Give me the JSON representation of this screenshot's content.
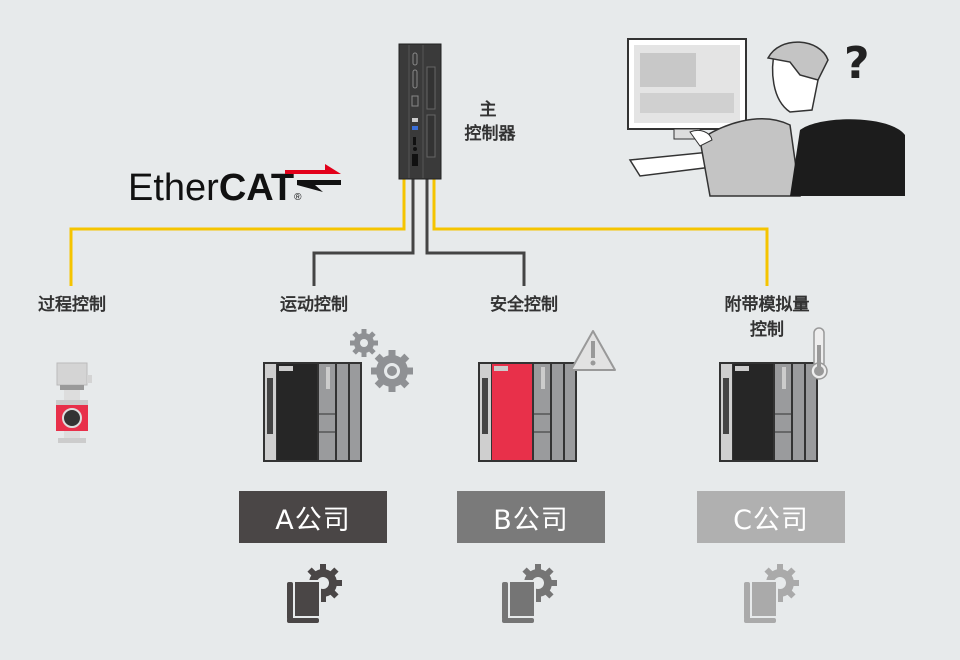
{
  "master": {
    "label_line1": "主",
    "label_line2": "控制器"
  },
  "protocol_logo": {
    "text_regular": "Ether",
    "text_bold": "CAT",
    "registered": "®"
  },
  "branches": [
    {
      "label": "过程控制"
    },
    {
      "label": "运动控制",
      "vendor": "A公司"
    },
    {
      "label": "安全控制",
      "vendor": "B公司"
    },
    {
      "label_line1": "附带模拟量",
      "label_line2": "控制",
      "vendor": "C公司"
    }
  ],
  "colors": {
    "background": "#e7eaeb",
    "ethercat_line": "#f5c400",
    "network_line": "#444444",
    "safety_red": "#e8304a",
    "vendor_a": "#4a4646",
    "vendor_b": "#7a7a7a",
    "vendor_c": "#b0b0b0"
  },
  "icons": [
    "controller-icon",
    "operator-question-icon",
    "gears-icon",
    "warning-icon",
    "thermometer-icon",
    "book-gear-icon",
    "valve-icon"
  ]
}
